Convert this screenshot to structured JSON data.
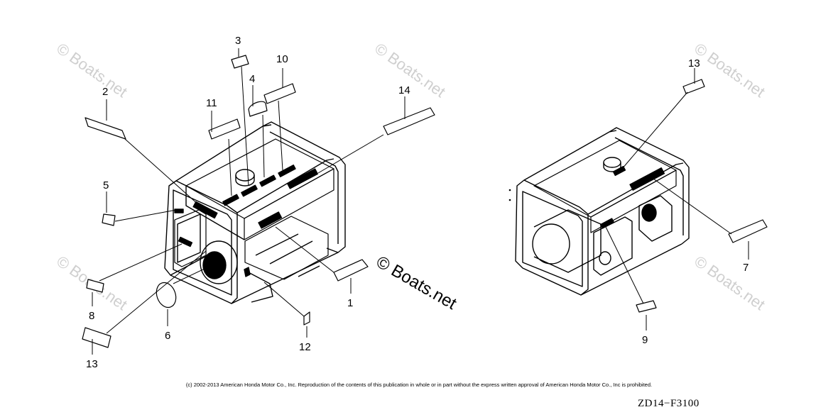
{
  "watermarks": {
    "faint": "© Boats.net",
    "main": "© Boats.net"
  },
  "callouts": {
    "c1": "1",
    "c2": "2",
    "c3": "3",
    "c4": "4",
    "c5": "5",
    "c6": "6",
    "c7": "7",
    "c8": "8",
    "c9": "9",
    "c10": "10",
    "c11": "11",
    "c12": "12",
    "c13a": "13",
    "c13b": "13",
    "c14": "14"
  },
  "footer": {
    "copyright": "(c) 2002-2013 American Honda Motor Co., Inc. Reproduction of the contents of this publication in whole or in part without the express written approval of American Honda Motor Co., Inc is prohibited.",
    "diagram_code": "ZD14−F3100"
  }
}
